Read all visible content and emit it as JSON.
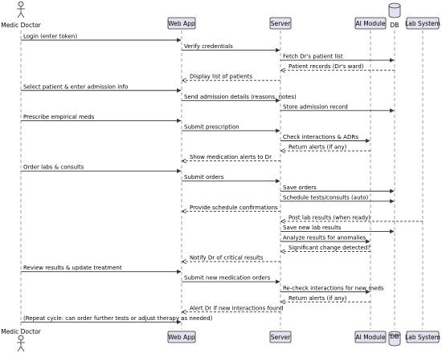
{
  "participants": [
    {
      "id": "doctor",
      "label": "Medic Doctor",
      "kind": "actor"
    },
    {
      "id": "webapp",
      "label": "Web App",
      "kind": "box"
    },
    {
      "id": "server",
      "label": "Server",
      "kind": "box"
    },
    {
      "id": "ai",
      "label": "AI Module",
      "kind": "box"
    },
    {
      "id": "db",
      "label": "DB",
      "kind": "database"
    },
    {
      "id": "lab",
      "label": "Lab System",
      "kind": "box"
    }
  ],
  "messages": [
    {
      "from": "doctor",
      "to": "webapp",
      "label": "Login (enter token)",
      "dashed": false
    },
    {
      "from": "webapp",
      "to": "server",
      "label": "Verify credentials",
      "dashed": false
    },
    {
      "from": "server",
      "to": "db",
      "label": "Fetch Dr's patient list",
      "dashed": false
    },
    {
      "from": "db",
      "to": "server",
      "label": "Patient records (Dr's ward)",
      "dashed": true
    },
    {
      "from": "server",
      "to": "webapp",
      "label": "Display list of patients",
      "dashed": true
    },
    {
      "from": "doctor",
      "to": "webapp",
      "label": "Select patient & enter admission info",
      "dashed": false
    },
    {
      "from": "webapp",
      "to": "server",
      "label": "Send admission details (reasons, notes)",
      "dashed": false
    },
    {
      "from": "server",
      "to": "db",
      "label": "Store admission record",
      "dashed": false
    },
    {
      "from": "doctor",
      "to": "webapp",
      "label": "Prescribe empirical meds",
      "dashed": false
    },
    {
      "from": "webapp",
      "to": "server",
      "label": "Submit prescription",
      "dashed": false
    },
    {
      "from": "server",
      "to": "ai",
      "label": "Check interactions & ADRs",
      "dashed": false
    },
    {
      "from": "ai",
      "to": "server",
      "label": "Return alerts (if any)",
      "dashed": true
    },
    {
      "from": "server",
      "to": "webapp",
      "label": "Show medication alerts to Dr",
      "dashed": true
    },
    {
      "from": "doctor",
      "to": "webapp",
      "label": "Order labs & consults",
      "dashed": false
    },
    {
      "from": "webapp",
      "to": "server",
      "label": "Submit orders",
      "dashed": false
    },
    {
      "from": "server",
      "to": "db",
      "label": "Save orders",
      "dashed": false
    },
    {
      "from": "server",
      "to": "db",
      "label": "Schedule tests/consults (auto)",
      "dashed": false
    },
    {
      "from": "server",
      "to": "webapp",
      "label": "Provide schedule confirmations",
      "dashed": true
    },
    {
      "from": "lab",
      "to": "server",
      "label": "Post lab results (when ready)",
      "dashed": true
    },
    {
      "from": "server",
      "to": "db",
      "label": "Save new lab results",
      "dashed": false
    },
    {
      "from": "server",
      "to": "ai",
      "label": "Analyze results for anomalies",
      "dashed": false
    },
    {
      "from": "ai",
      "to": "server",
      "label": "Significant change detected?",
      "dashed": true
    },
    {
      "from": "server",
      "to": "webapp",
      "label": "Notify Dr of critical results",
      "dashed": true
    },
    {
      "from": "doctor",
      "to": "webapp",
      "label": "Review results & update treatment",
      "dashed": false
    },
    {
      "from": "webapp",
      "to": "server",
      "label": "Submit new medication orders",
      "dashed": false
    },
    {
      "from": "server",
      "to": "ai",
      "label": "Re-check interactions for new meds",
      "dashed": false
    },
    {
      "from": "ai",
      "to": "server",
      "label": "Return alerts (if any)",
      "dashed": true
    },
    {
      "from": "server",
      "to": "webapp",
      "label": "Alert Dr if new interactions found",
      "dashed": true
    },
    {
      "from": "doctor",
      "to": "webapp",
      "label": "(Repeat cycle: can order further tests or adjust therapy as needed)",
      "dashed": false
    }
  ]
}
